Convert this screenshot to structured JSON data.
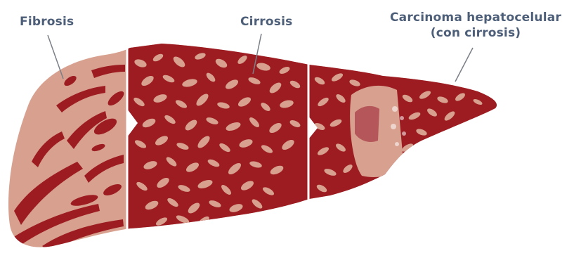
{
  "labels": {
    "fibrosis": "Fibrosis",
    "cirrosis": "Cirrosis",
    "carcinoma_line1": "Carcinoma hepatocelular",
    "carcinoma_line2": "(con cirrosis)"
  },
  "colors": {
    "tissue_light": "#d8a08f",
    "tissue_dark": "#9c1c22",
    "tissue_mid": "#b5575a",
    "label_text": "#4d5e78",
    "leader_line": "#7a7f87",
    "divider": "#ffffff"
  }
}
